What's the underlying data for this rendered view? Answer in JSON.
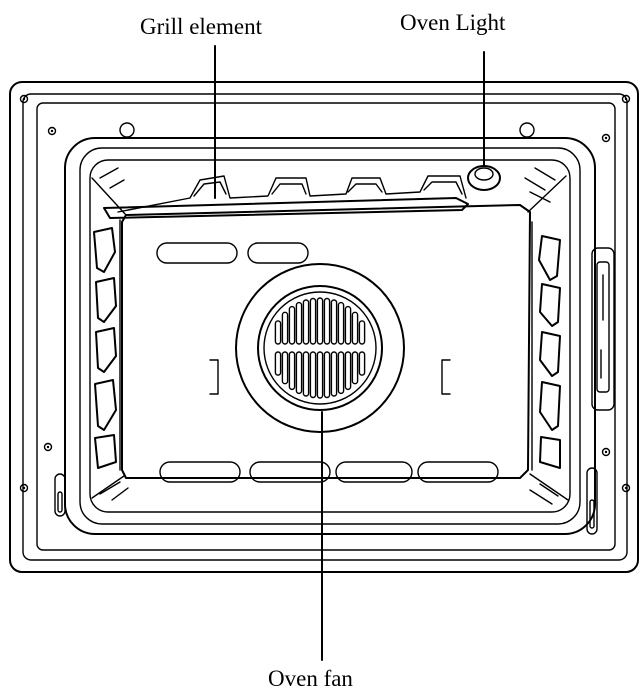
{
  "labels": {
    "grill_element": "Grill element",
    "oven_light": "Oven Light",
    "oven_fan": "Oven fan"
  },
  "colors": {
    "line": "#000000",
    "background": "#ffffff"
  }
}
